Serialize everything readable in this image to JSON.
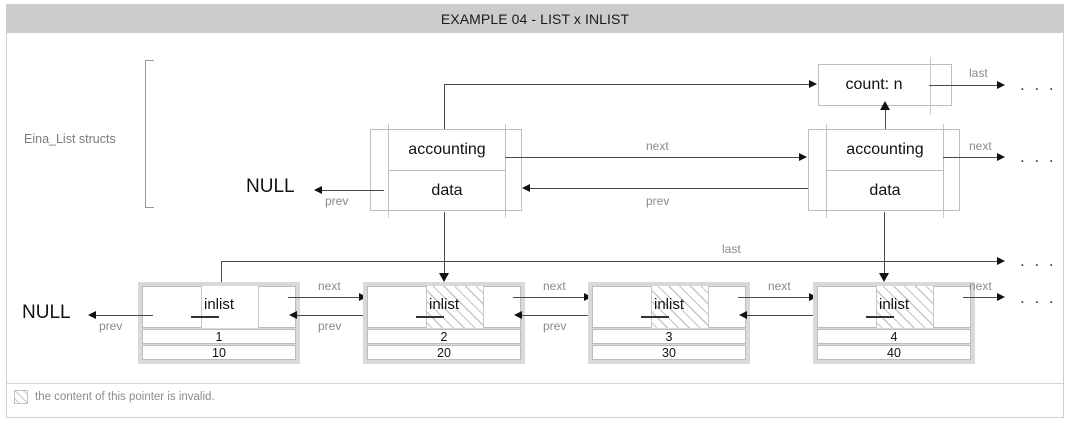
{
  "title": "EXAMPLE 04 - LIST x INLIST",
  "legend": {
    "swatch_name": "hatched-pattern-swatch",
    "text": "the content of this pointer is invalid."
  },
  "annotations": {
    "eina_list_structs": "Eina_List structs",
    "null_top": "NULL",
    "null_bottom": "NULL",
    "ellipsis": ". . ."
  },
  "count_box": {
    "label": "count: n",
    "last_label": "last",
    "last_target": ". . ."
  },
  "list_nodes": [
    {
      "accounting": "accounting",
      "data": "data",
      "prev_label": "prev",
      "next_label": "next",
      "prev_target": "NULL"
    },
    {
      "accounting": "accounting",
      "data": "data",
      "prev_label": "prev",
      "next_label": "next",
      "next_target": ". . ."
    }
  ],
  "inlist_nodes": [
    {
      "ptr": "inlist",
      "value_a": "1",
      "value_b": "10",
      "invalid": false,
      "next_label": "next",
      "prev_label": "prev"
    },
    {
      "ptr": "inlist",
      "value_a": "2",
      "value_b": "20",
      "invalid": true,
      "next_label": "next",
      "prev_label": "prev"
    },
    {
      "ptr": "inlist",
      "value_a": "3",
      "value_b": "30",
      "invalid": true,
      "next_label": "next",
      "prev_label": "prev"
    },
    {
      "ptr": "inlist",
      "value_a": "4",
      "value_b": "40",
      "invalid": true,
      "next_label": "next",
      "prev_label": ""
    }
  ],
  "inlist_last": {
    "label": "last",
    "target": ". . ."
  },
  "inlist_null": "NULL",
  "inlist_null_prev": "prev",
  "tail_ellipsis": ". . ."
}
